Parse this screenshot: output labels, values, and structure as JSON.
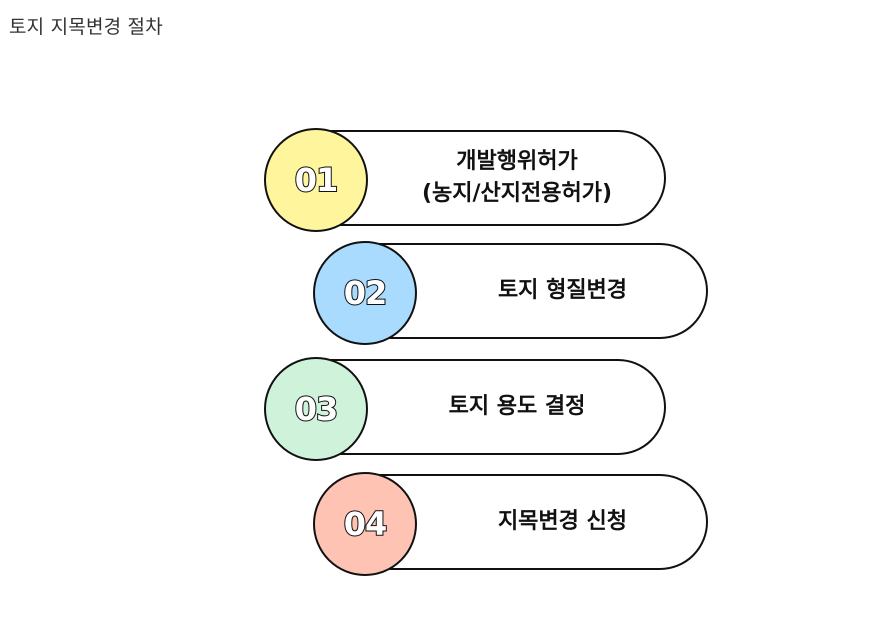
{
  "page_title": "토지 지목변경 절차",
  "steps": [
    {
      "number": "01",
      "label_line1": "개발행위허가",
      "label_line2": "(농지/산지전용허가)",
      "circle_color": "#FFF59D"
    },
    {
      "number": "02",
      "label_line1": "토지 형질변경",
      "label_line2": "",
      "circle_color": "#A9DBFF"
    },
    {
      "number": "03",
      "label_line1": "토지 용도 결정",
      "label_line2": "",
      "circle_color": "#CFF3DA"
    },
    {
      "number": "04",
      "label_line1": "지목변경 신청",
      "label_line2": "",
      "circle_color": "#FFC3B3"
    }
  ]
}
